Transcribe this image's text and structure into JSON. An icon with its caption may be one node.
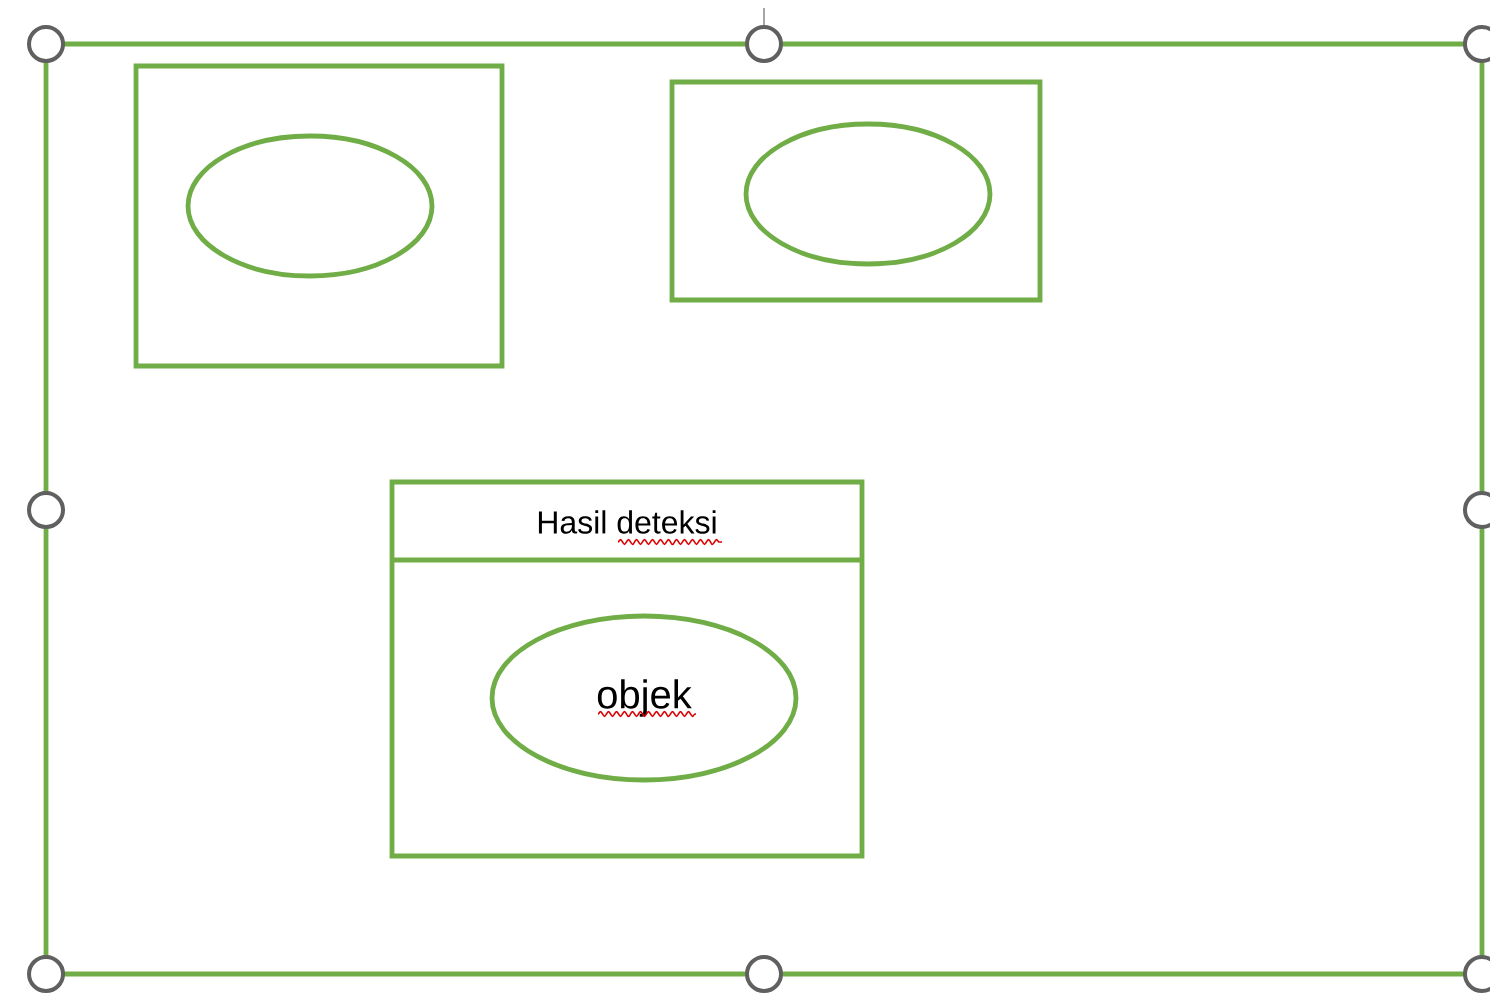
{
  "diagram": {
    "nodes": [
      {
        "text": [],
        "shape": "box"
      },
      {
        "text": [],
        "shape": "box",
        "in": 0
      },
      {
        "text": [],
        "shape": "circle",
        "in": 1
      },
      {
        "text": [],
        "shape": "box",
        "in": 0
      },
      {
        "text": [],
        "shape": "circle",
        "in": 3
      },
      {
        "text": [
          "Hasil deteksi"
        ],
        "in": 0
      },
      {
        "text": [
          "objek"
        ],
        "in": 5
      }
    ]
  }
}
